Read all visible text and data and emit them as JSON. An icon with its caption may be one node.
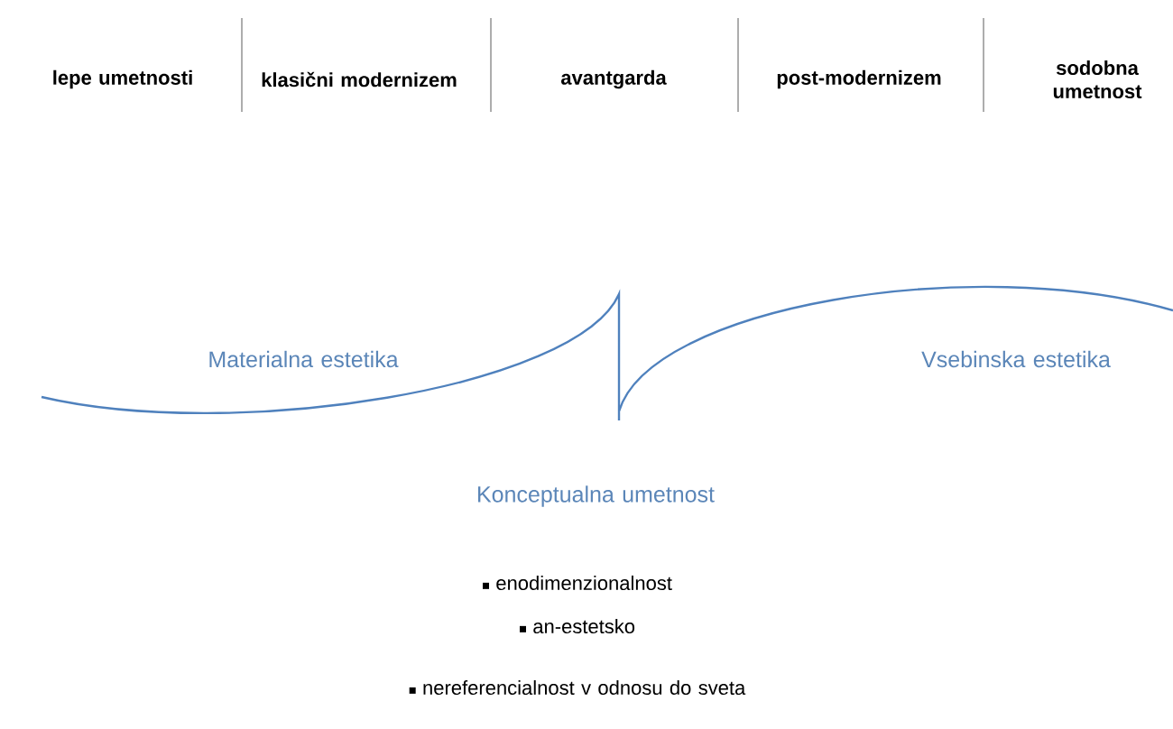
{
  "diagram": {
    "labels": [
      "lepe umetnosti",
      "klasični modernizem",
      "avantgarda",
      "post-modernizem",
      "sodobna umetnost",
      "Materialna estetika",
      "Vsebinska estetika",
      "Konceptualna umetnost",
      "enodimenzionalnost",
      "an-estetsko",
      "nereferencialnost v odnosu do sveta"
    ]
  }
}
